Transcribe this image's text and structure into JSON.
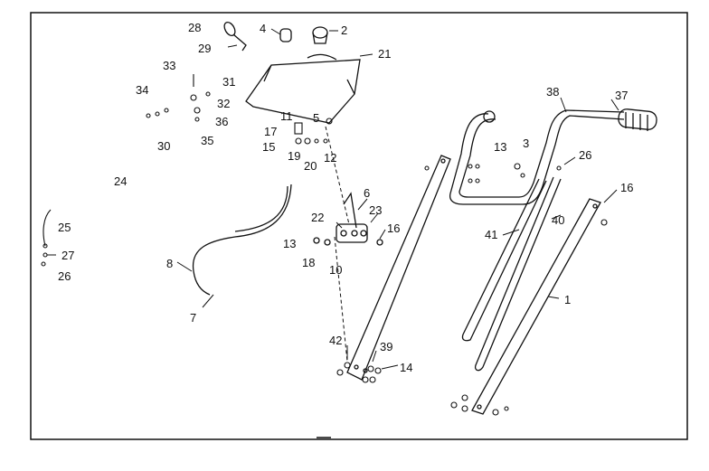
{
  "labels": {
    "l1": "1",
    "l2": "2",
    "l3": "3",
    "l4": "4",
    "l5": "5",
    "l6": "6",
    "l7": "7",
    "l8": "8",
    "l10": "10",
    "l11": "11",
    "l12": "12",
    "l13a": "13",
    "l13b": "13",
    "l14": "14",
    "l15": "15",
    "l16a": "16",
    "l16b": "16",
    "l17": "17",
    "l18": "18",
    "l19": "19",
    "l20": "20",
    "l21": "21",
    "l22": "22",
    "l23": "23",
    "l24": "24",
    "l25": "25",
    "l26a": "26",
    "l26b": "26",
    "l27": "27",
    "l28": "28",
    "l29": "29",
    "l30": "30",
    "l31": "31",
    "l32": "32",
    "l33": "33",
    "l34": "34",
    "l35": "35",
    "l36": "36",
    "l37": "37",
    "l38": "38",
    "l39": "39",
    "l40": "40",
    "l41": "41",
    "l42": "42"
  }
}
